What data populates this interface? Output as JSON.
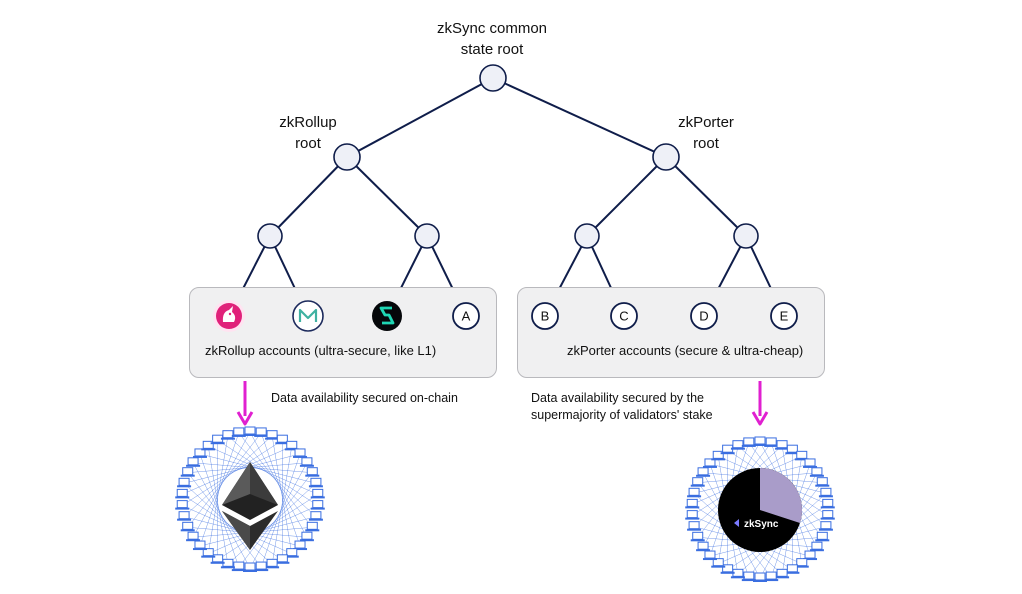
{
  "tree": {
    "root_label_line1": "zkSync common",
    "root_label_line2": "state root",
    "left_label_line1": "zkRollup",
    "left_label_line2": "root",
    "right_label_line1": "zkPorter",
    "right_label_line2": "root"
  },
  "zkrollup_box": {
    "caption": "zkRollup accounts (ultra-secure, like L1)",
    "leaves": [
      {
        "kind": "logo",
        "icon": "uniswap-unicorn-icon"
      },
      {
        "kind": "logo",
        "icon": "maker-m-icon"
      },
      {
        "kind": "logo",
        "icon": "synthetix-s-icon"
      },
      {
        "kind": "letter",
        "text": "A"
      }
    ]
  },
  "zkporter_box": {
    "caption": "zkPorter accounts (secure & ultra-cheap)",
    "leaves": [
      {
        "kind": "letter",
        "text": "B"
      },
      {
        "kind": "letter",
        "text": "C"
      },
      {
        "kind": "letter",
        "text": "D"
      },
      {
        "kind": "letter",
        "text": "E"
      }
    ]
  },
  "notes": {
    "left": "Data availability secured on-chain",
    "right_line1": "Data availability secured by the",
    "right_line2": "supermajority of validators' stake"
  },
  "networks": {
    "left_center_icon": "ethereum-diamond-icon",
    "right_center_icon": "zksync-pie-icon",
    "right_center_text": "zkSync",
    "node_icon": "laptop-icon",
    "share_fraction": 0.3
  },
  "colors": {
    "edge": "#0f1d4a",
    "node_fill": "#eef0f7",
    "arrow": "#e020d0",
    "network_line": "#3a6ee0",
    "pie_dark": "#000000",
    "pie_light": "#a99cc9"
  }
}
